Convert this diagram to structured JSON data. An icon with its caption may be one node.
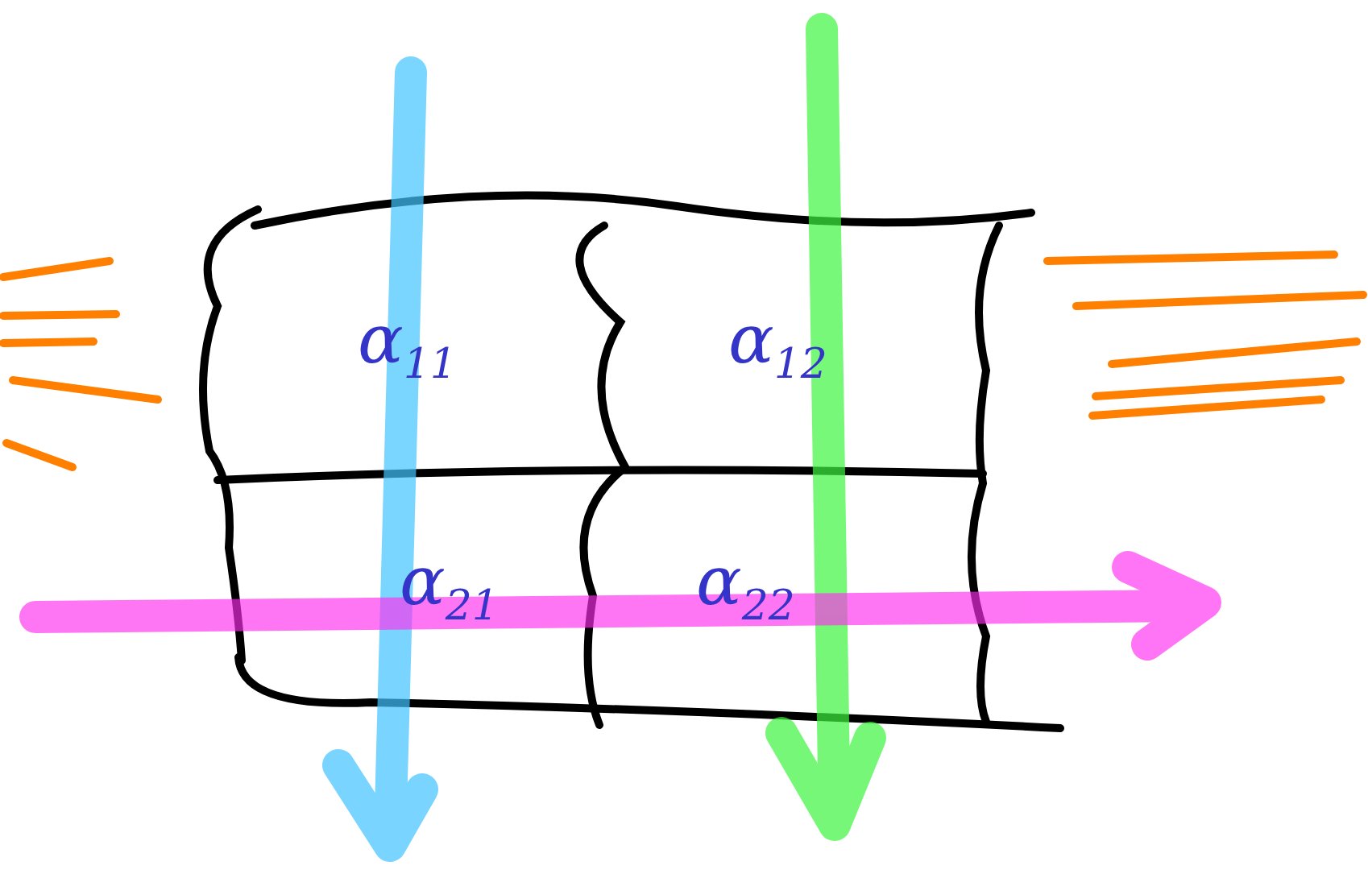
{
  "diagram": {
    "labels": [
      "α$_{11}$",
      "α$_{12}$",
      "α$_{21}$",
      "α$_{22}$"
    ]
  }
}
